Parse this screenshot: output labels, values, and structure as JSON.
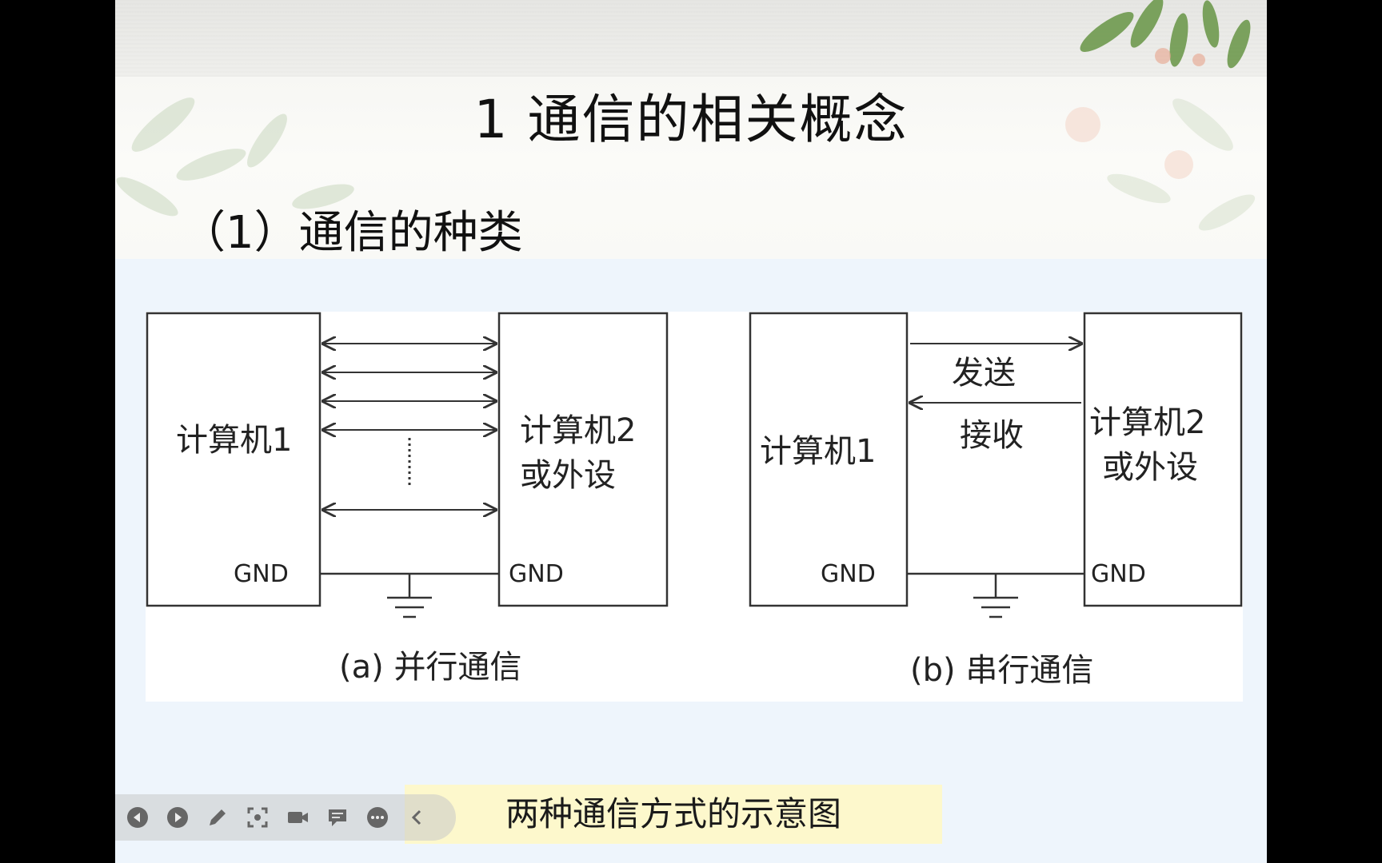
{
  "slide": {
    "title": "1 通信的相关概念",
    "subtitle": "（1）通信的种类",
    "caption": "两种通信方式的示意图"
  },
  "diagram": {
    "parallel": {
      "left_box": "计算机1",
      "right_box_line1": "计算机2",
      "right_box_line2": "或外设",
      "gnd_left": "GND",
      "gnd_right": "GND",
      "label": "(a) 并行通信"
    },
    "serial": {
      "left_box": "计算机1",
      "right_box_line1": "计算机2",
      "right_box_line2": "或外设",
      "send": "发送",
      "receive": "接收",
      "gnd_left": "GND",
      "gnd_right": "GND",
      "label": "(b) 串行通信"
    }
  },
  "toolbar": {
    "icons": [
      "previous-icon",
      "next-icon",
      "pen-icon",
      "screenshot-icon",
      "camera-icon",
      "comment-icon",
      "more-icon",
      "collapse-icon"
    ]
  },
  "colors": {
    "background_outer": "#000000",
    "panel": "#eef5fc",
    "caption_bg": "#fdf8cc"
  }
}
